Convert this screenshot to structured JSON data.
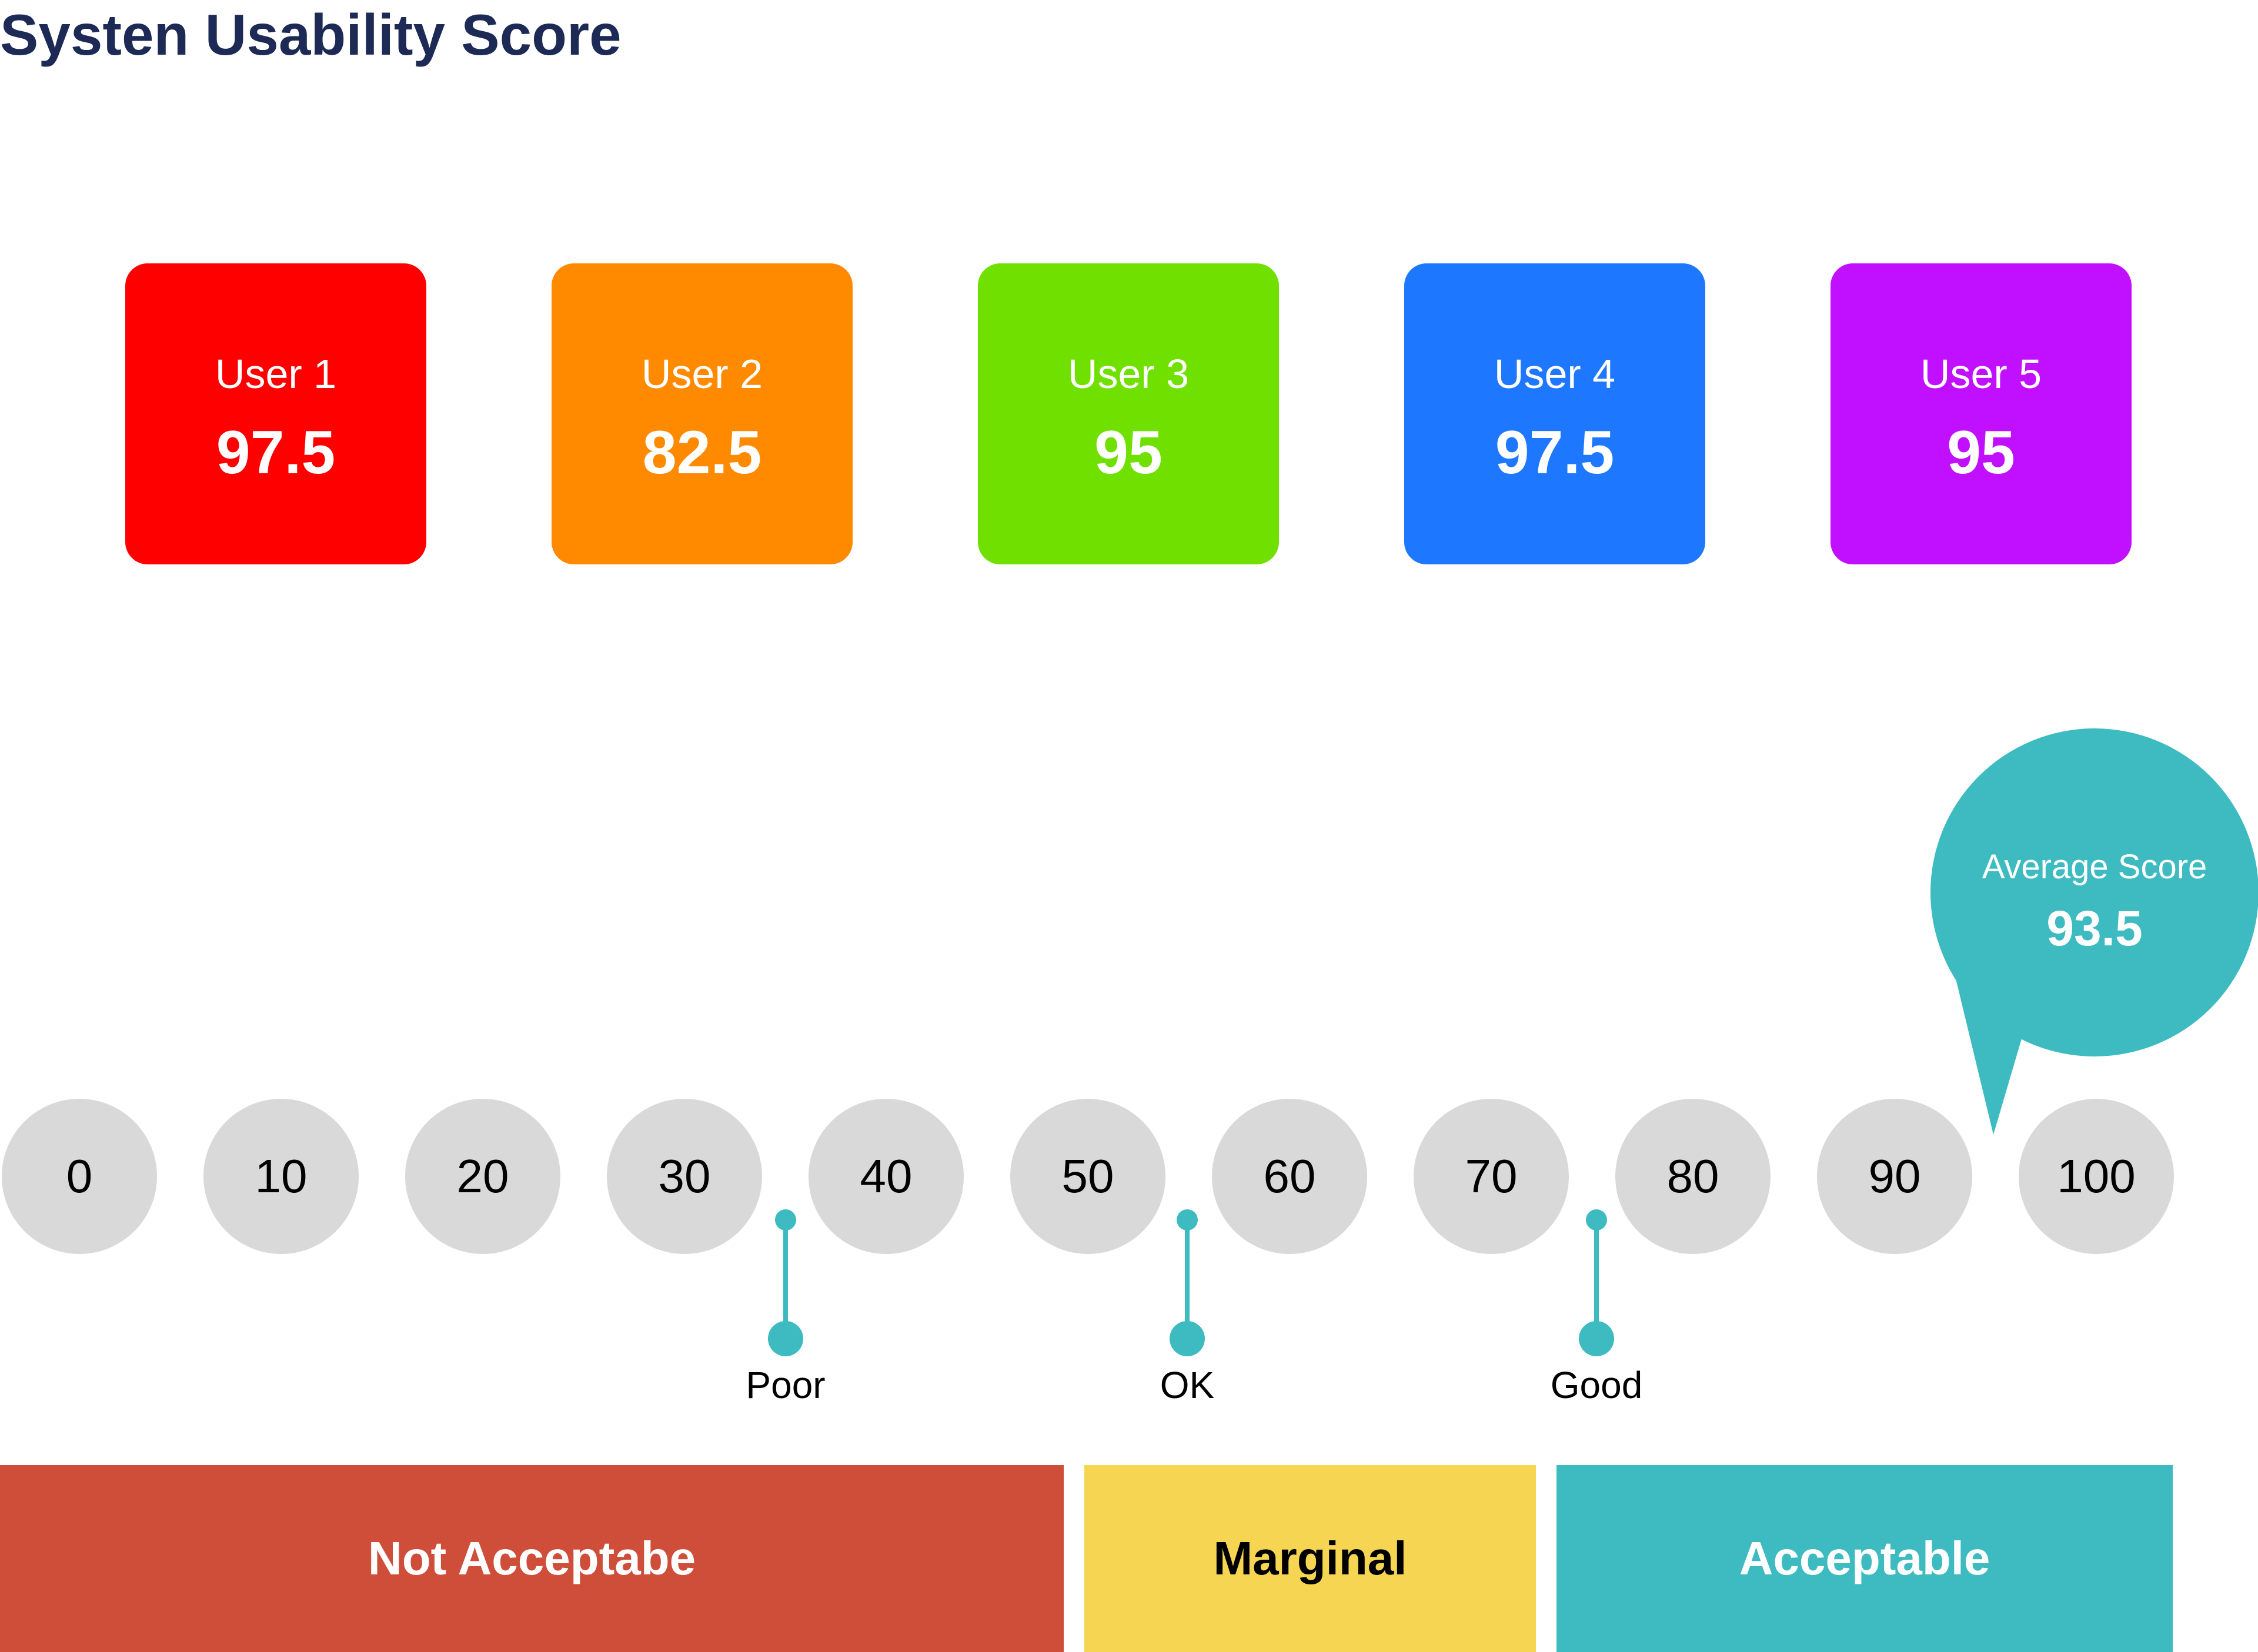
{
  "title": "Systen Usability Score",
  "users": [
    {
      "label": "User 1",
      "score": "97.5",
      "color": "#ff0000"
    },
    {
      "label": "User 2",
      "score": "82.5",
      "color": "#ff8a00"
    },
    {
      "label": "User 3",
      "score": "95",
      "color": "#70e000"
    },
    {
      "label": "User 4",
      "score": "97.5",
      "color": "#1e78ff"
    },
    {
      "label": "User 5",
      "score": "95",
      "color": "#c10fff"
    }
  ],
  "scale": [
    "0",
    "10",
    "20",
    "30",
    "40",
    "50",
    "60",
    "70",
    "80",
    "90",
    "100"
  ],
  "average": {
    "label": "Average Score",
    "value": "93.5",
    "color": "#3dbbc1"
  },
  "markers": [
    {
      "label": "Poor"
    },
    {
      "label": "OK"
    },
    {
      "label": "Good"
    }
  ],
  "bands": [
    {
      "label": "Not Acceptabe",
      "color": "#cf4e3a",
      "text_color": "#ffffff"
    },
    {
      "label": "Marginal",
      "color": "#f6d552",
      "text_color": "#000000"
    },
    {
      "label": "Acceptable",
      "color": "#3dbbc1",
      "text_color": "#ffffff"
    }
  ]
}
